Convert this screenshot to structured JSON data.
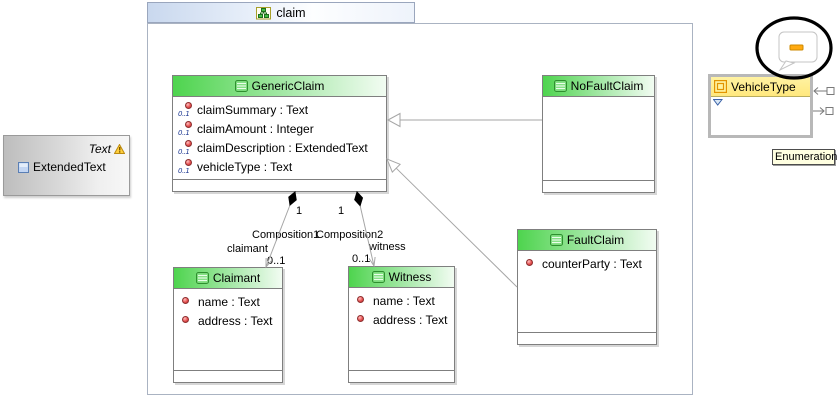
{
  "package": {
    "title": "claim"
  },
  "datatype_box": {
    "stereotype": "Text",
    "name": "ExtendedText"
  },
  "enumeration_box": {
    "name": "VehicleType",
    "tooltip": "Enumeration"
  },
  "classes": {
    "generic_claim": {
      "name": "GenericClaim",
      "attributes": [
        {
          "mult": "0..1",
          "text": "claimSummary : Text"
        },
        {
          "mult": "0..1",
          "text": "claimAmount : Integer"
        },
        {
          "mult": "0..1",
          "text": "claimDescription : ExtendedText"
        },
        {
          "mult": "0..1",
          "text": "vehicleType : Text"
        }
      ]
    },
    "no_fault_claim": {
      "name": "NoFaultClaim"
    },
    "fault_claim": {
      "name": "FaultClaim",
      "attributes": [
        {
          "text": "counterParty : Text"
        }
      ]
    },
    "claimant": {
      "name": "Claimant",
      "attributes": [
        {
          "text": "name : Text"
        },
        {
          "text": "address : Text"
        }
      ]
    },
    "witness": {
      "name": "Witness",
      "attributes": [
        {
          "text": "name : Text"
        },
        {
          "text": "address : Text"
        }
      ]
    }
  },
  "associations": {
    "composition1": {
      "name": "Composition1",
      "source_multiplicity": "1",
      "target_role": "claimant",
      "target_multiplicity": "0..1"
    },
    "composition2": {
      "name": "Composition2",
      "source_multiplicity": "1",
      "target_role": "witness",
      "target_multiplicity": "0..1"
    }
  },
  "colors": {
    "class_header_green": "#4ed44e",
    "package_tab_blue": "#c9d8ee",
    "enum_header_yellow": "#ffec8a",
    "tooltip_yellow": "#ffffe1",
    "annotation_circle": "#000000",
    "comment_dash_orange": "#ffaa11",
    "edge_gray": "#a6a6a6"
  }
}
